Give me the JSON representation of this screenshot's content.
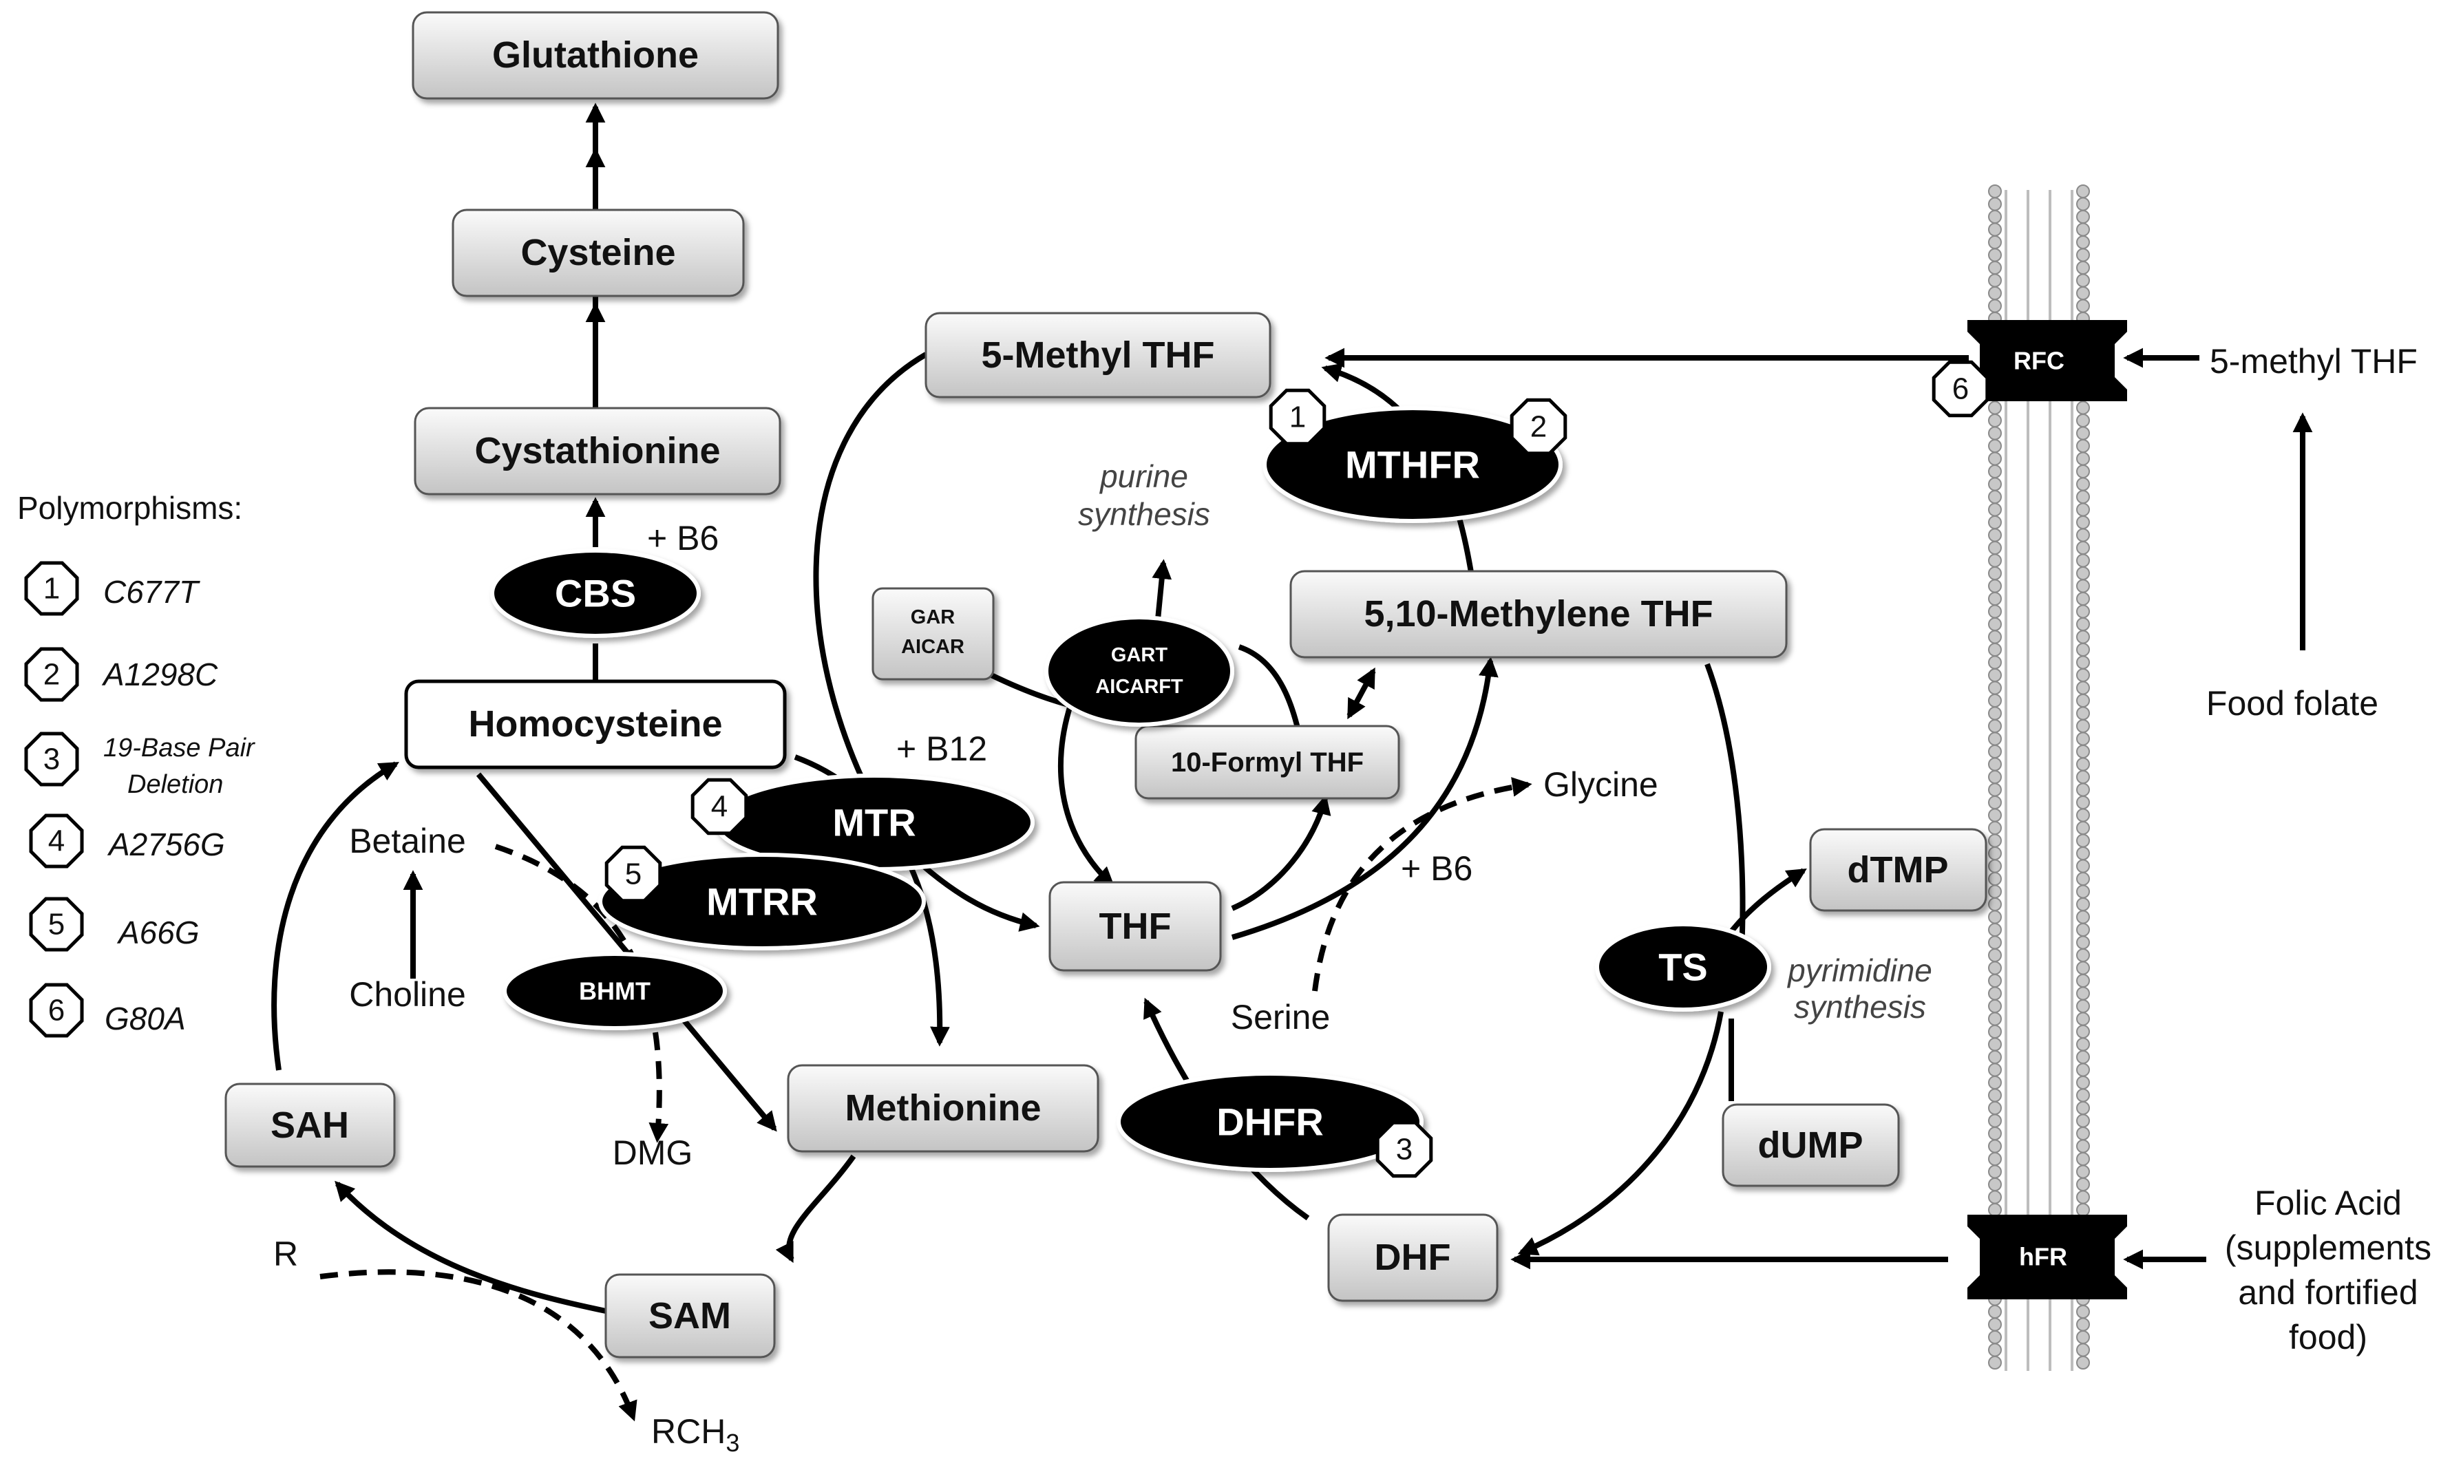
{
  "metabolites": {
    "glutathione": "Glutathione",
    "cysteine": "Cysteine",
    "cystathionine": "Cystathionine",
    "homocysteine": "Homocysteine",
    "methionine": "Methionine",
    "sah": "SAH",
    "sam": "SAM",
    "methyl_thf": "5-Methyl THF",
    "methylene_thf": "5,10-Methylene THF",
    "formyl_thf": "10-Formyl THF",
    "thf": "THF",
    "dhf": "DHF",
    "dtmp": "dTMP",
    "dump": "dUMP",
    "gar": "GAR",
    "aicar": "AICAR"
  },
  "enzymes": {
    "cbs": "CBS",
    "mthfr": "MTHFR",
    "mtr": "MTR",
    "mtrr": "MTRR",
    "bhmt": "BHMT",
    "dhfr": "DHFR",
    "ts": "TS",
    "gart": "GART",
    "aicarft": "AICARFT",
    "rfc": "RFC",
    "hfr": "hFR"
  },
  "labels": {
    "b6_cbs": "+ B6",
    "b12": "+ B12",
    "b6_thf": "+ B6",
    "betaine": "Betaine",
    "choline": "Choline",
    "dmg": "DMG",
    "glycine": "Glycine",
    "serine": "Serine",
    "r": "R",
    "rch3_main": "RCH",
    "rch3_sub": "3",
    "purine_line1": "purine",
    "purine_line2": "synthesis",
    "pyrimidine_line1": "pyrimidine",
    "pyrimidine_line2": "synthesis",
    "methyl_thf_input": "5-methyl THF",
    "food_folate": "Food folate",
    "folic_line1": "Folic Acid",
    "folic_line2": "(supplements",
    "folic_line3": "and fortified",
    "folic_line4": "food)"
  },
  "polymorphisms": {
    "title": "Polymorphisms:",
    "items": [
      {
        "num": "1",
        "name": "C677T"
      },
      {
        "num": "2",
        "name": "A1298C"
      },
      {
        "num": "3",
        "name_line1": "19-Base Pair",
        "name_line2": "Deletion"
      },
      {
        "num": "4",
        "name": "A2756G"
      },
      {
        "num": "5",
        "name": "A66G"
      },
      {
        "num": "6",
        "name": "G80A"
      }
    ]
  },
  "markers": {
    "mthfr_a": "1",
    "mthfr_b": "2",
    "dhfr": "3",
    "mtr": "4",
    "mtrr": "5",
    "rfc": "6"
  },
  "colors": {
    "box_top": "#fafafa",
    "box_bottom": "#c4c4c4",
    "enzyme": "#000000",
    "membrane_bead": "#c8c8c8"
  }
}
